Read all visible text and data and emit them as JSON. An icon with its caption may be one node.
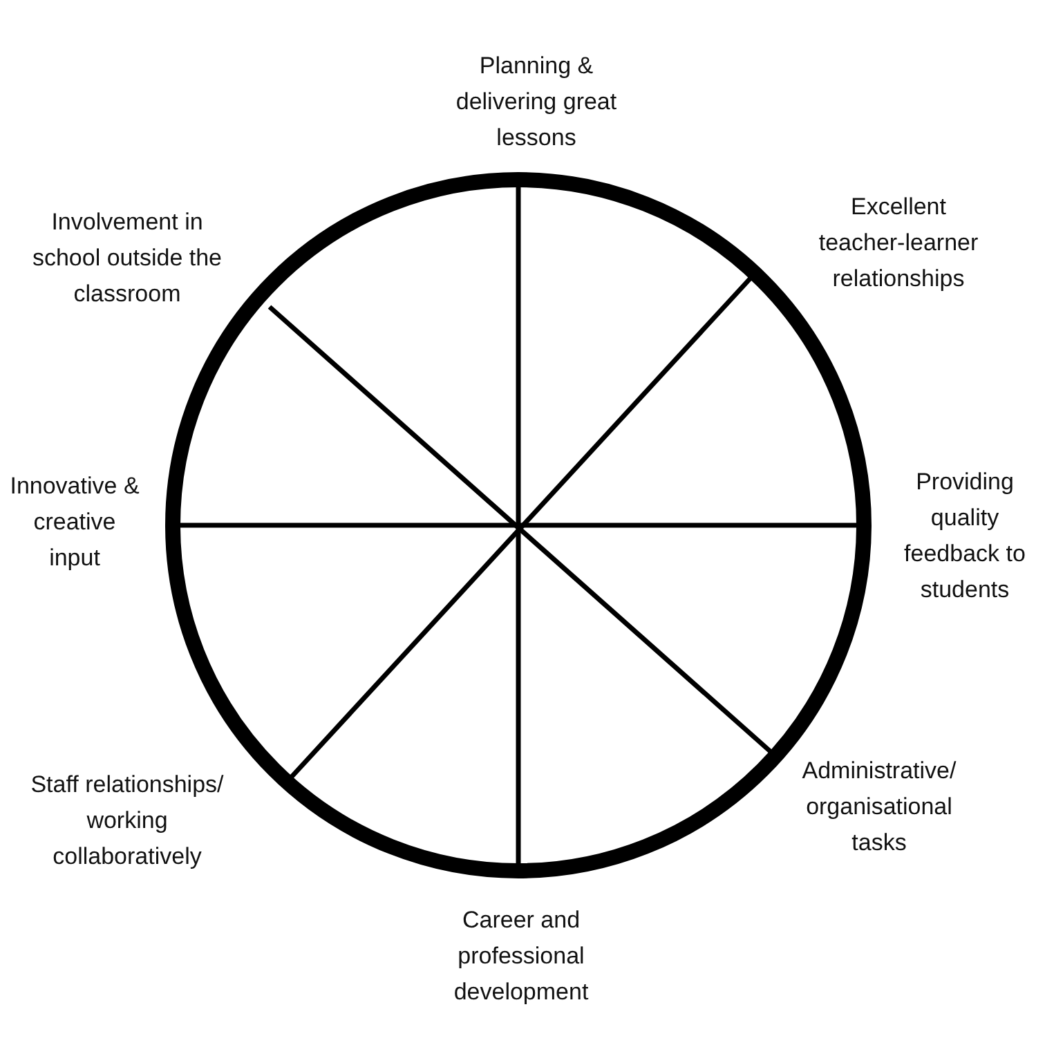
{
  "diagram": {
    "labels": [
      "Planning & delivering great lessons",
      "Excellent teacher-learner relationships",
      "Involvement in school outside the classroom",
      "Innovative & creative input",
      "Providing quality feedback to students",
      "Staff relationships/ working collaboratively",
      "Administrative/ organisational tasks",
      "Career and professional development"
    ]
  }
}
